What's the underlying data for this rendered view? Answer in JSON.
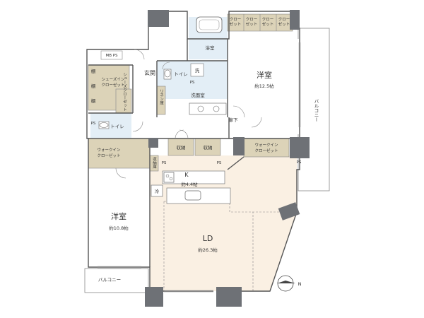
{
  "colors": {
    "floor_wood": "#faf0e3",
    "bedroom_white": "#ffffff",
    "wet_area": "#e3eef6",
    "storage": "#dcd3b8",
    "pillar": "#6e7176",
    "wall": "#555555"
  },
  "rooms": {
    "bedroom1_name": "洋室",
    "bedroom1_size": "約12.5帖",
    "bedroom2_name": "洋室",
    "bedroom2_size": "約10.8帖",
    "ld_name": "LD",
    "ld_size": "約26.3帖",
    "kitchen_name": "K",
    "kitchen_size": "約4.4帖",
    "bath": "浴室",
    "washroom": "洗面室",
    "entrance": "玄関",
    "hallway": "廊下",
    "toilet1": "トイレ",
    "toilet2": "トイレ",
    "wash": "洗",
    "fridge": "冷"
  },
  "storage": {
    "closets_top": [
      "クロー\nゼット",
      "クロー\nゼット",
      "クロー\nゼット",
      "クロー\nゼット"
    ],
    "shoes_in_closet": "シューズイン\nクローゼット",
    "shoes_closet": "シューズクローゼット",
    "shelf1": "棚",
    "shelf2": "棚",
    "shelf3": "棚",
    "walkin_left": "ウォークイン\nクローゼット",
    "walkin_right": "ウォークイン\nクローゼット",
    "storage1": "収納",
    "storage2": "収納",
    "linen": "リネン庫",
    "storage_vertical": "収納庫"
  },
  "utilities": {
    "mb_ps": "MB PS",
    "ps": "PS"
  },
  "balconies": {
    "right": "バルコニー",
    "bottom": "バルコニー"
  },
  "compass": {
    "north": "N"
  }
}
